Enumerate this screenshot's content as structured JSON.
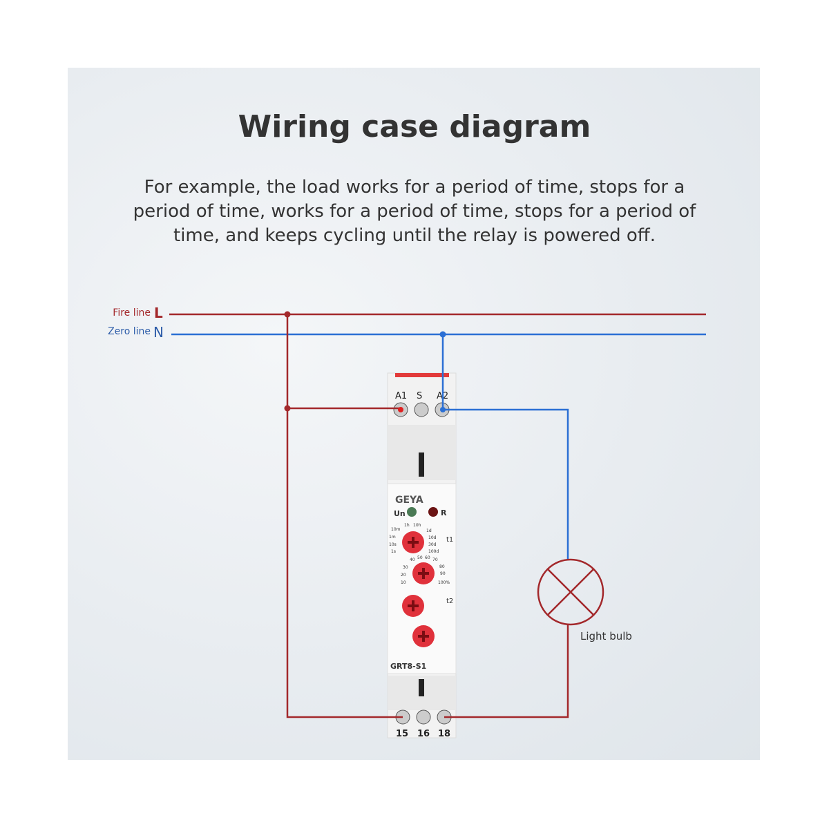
{
  "title": "Wiring case diagram",
  "description": "For example, the load works for a period of time, stops for a period of time, works for a period of time, stops for a period of time, and keeps cycling until the relay is powered off.",
  "lines": {
    "fire_label": "Fire line",
    "fire_symbol": "L",
    "zero_label": "Zero line",
    "zero_symbol": "N"
  },
  "relay": {
    "brand": "GEYA",
    "model": "GRT8-S1",
    "top_terminals": [
      "A1",
      "S",
      "A2"
    ],
    "bottom_terminals": [
      "15",
      "16",
      "18"
    ],
    "led_power": "Un",
    "led_relay": "R",
    "t1": "t1",
    "t2": "t2",
    "time_scale": [
      "1s",
      "10s",
      "1m",
      "10m",
      "1h",
      "10h",
      "1d",
      "10d",
      "30d",
      "100d"
    ],
    "percent_scale": [
      "10",
      "20",
      "30",
      "40",
      "50",
      "60",
      "70",
      "80",
      "90",
      "100%"
    ]
  },
  "load_label": "Light bulb",
  "colors": {
    "fire": "#a3282b",
    "zero": "#2b6fd4",
    "text": "#333333",
    "dial": "#e0313b"
  }
}
